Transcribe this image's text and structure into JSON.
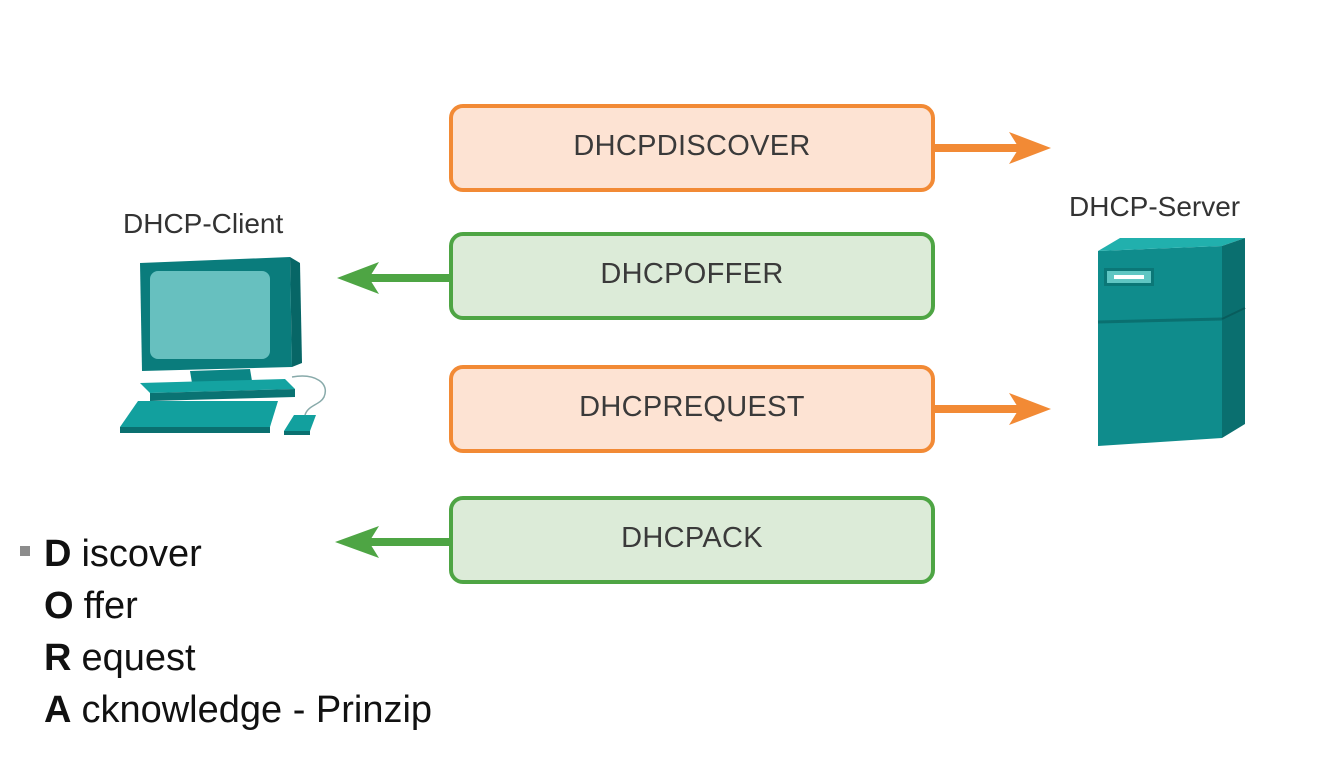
{
  "client": {
    "label": "DHCP-Client"
  },
  "server": {
    "label": "DHCP-Server"
  },
  "messages": [
    {
      "label": "DHCPDISCOVER",
      "direction": "to-server",
      "color": "#f28a35",
      "fill": "#fde3d3"
    },
    {
      "label": "DHCPOFFER",
      "direction": "to-client",
      "color": "#4ea544",
      "fill": "#dcebd8"
    },
    {
      "label": "DHCPREQUEST",
      "direction": "to-server",
      "color": "#f28a35",
      "fill": "#fde3d3"
    },
    {
      "label": "DHCPACK",
      "direction": "to-client",
      "color": "#4ea544",
      "fill": "#dcebd8"
    }
  ],
  "dora": [
    {
      "letter": "D",
      "rest": "iscover"
    },
    {
      "letter": "O",
      "rest": "ffer"
    },
    {
      "letter": "R",
      "rest": "equest"
    },
    {
      "letter": "A",
      "rest": "cknowledge - Prinzip"
    }
  ],
  "icons": {
    "client": "desktop-computer-icon",
    "server": "server-tower-icon"
  },
  "colors": {
    "device": "#0f8c8c"
  }
}
